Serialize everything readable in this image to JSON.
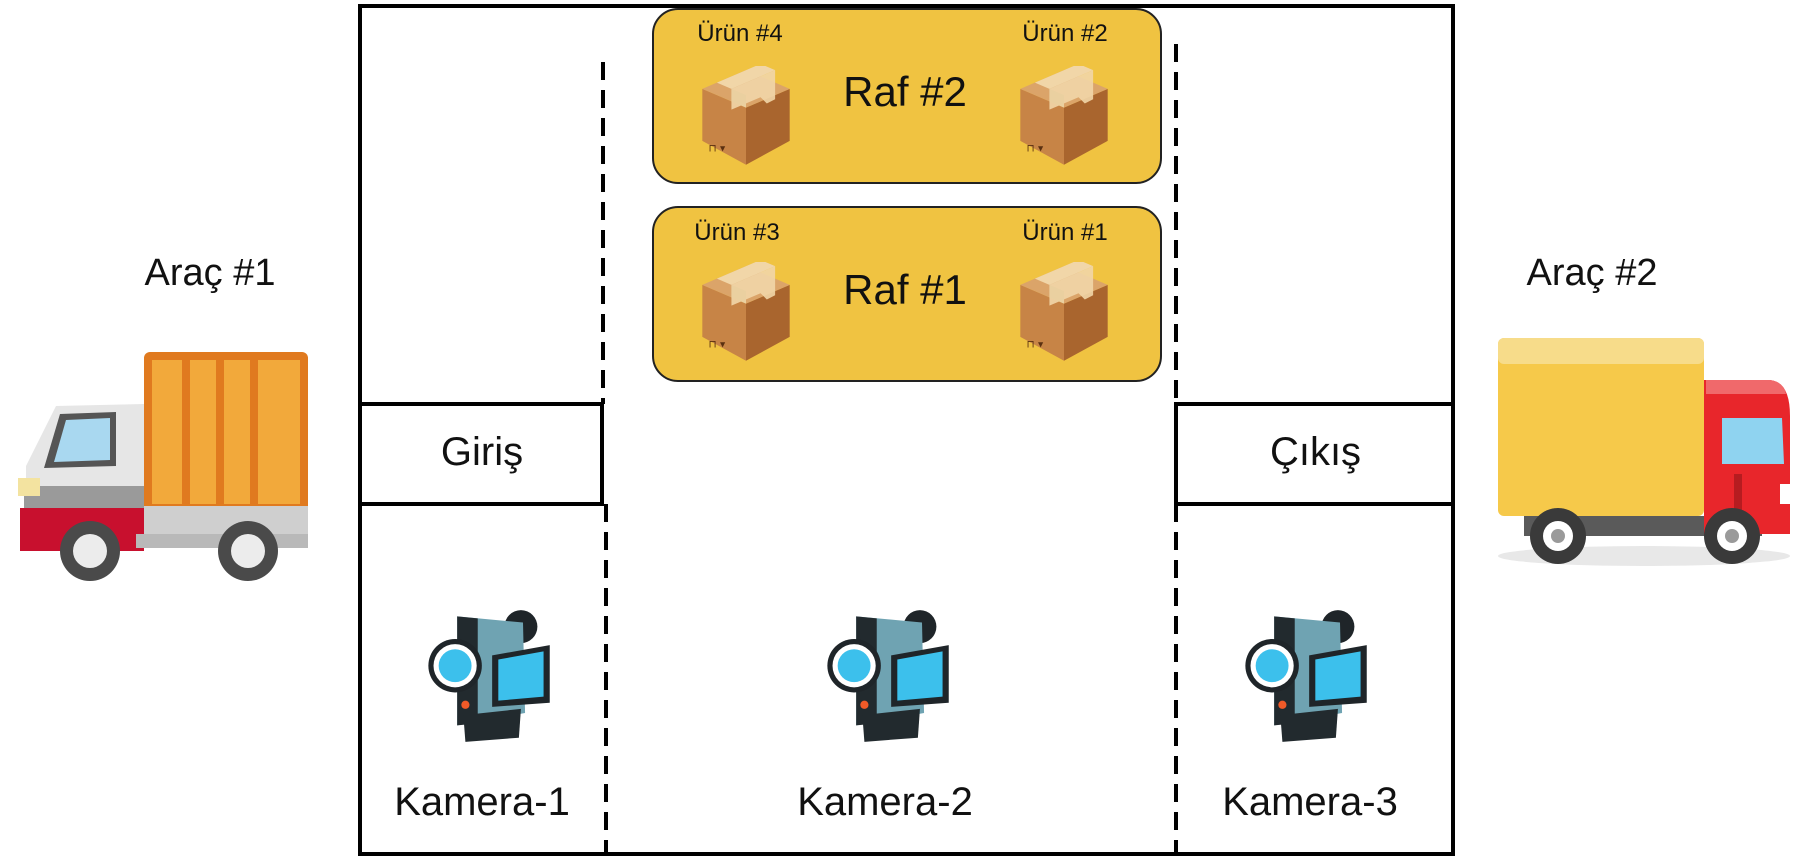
{
  "vehicles": [
    {
      "label": "Araç #1",
      "icon": "small-truck-icon",
      "cargo_color": "#f2a93b",
      "cab_color": "#e8e8e8",
      "stripe_color": "#c8102e"
    },
    {
      "label": "Araç #2",
      "icon": "box-truck-icon",
      "cargo_color": "#f6c94a",
      "cab_color": "#e8262b"
    }
  ],
  "zones": {
    "entry": "Giriş",
    "exit": "Çıkış"
  },
  "shelves": [
    {
      "label": "Raf #2",
      "products": [
        "Ürün #4",
        "Ürün #2"
      ],
      "color": "#f0c341"
    },
    {
      "label": "Raf #1",
      "products": [
        "Ürün #3",
        "Ürün #1"
      ],
      "color": "#f0c341"
    }
  ],
  "product_icon": "cardboard-box-icon",
  "cameras": [
    {
      "label": "Kamera-1",
      "icon": "video-camera-icon"
    },
    {
      "label": "Kamera-2",
      "icon": "video-camera-icon"
    },
    {
      "label": "Kamera-3",
      "icon": "video-camera-icon"
    }
  ]
}
